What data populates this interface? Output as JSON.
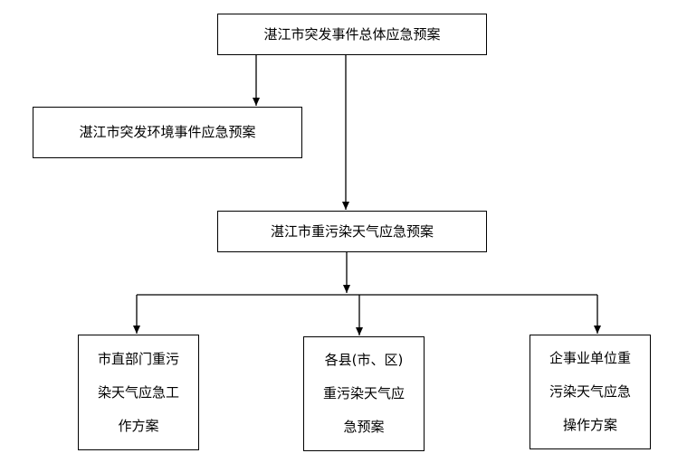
{
  "diagram": {
    "master_plan": "湛江市突发事件总体应急预案",
    "env_plan": "湛江市突发环境事件应急预案",
    "smog_plan": "湛江市重污染天气应急预案",
    "city_dept_plan": [
      "市直部门重污",
      "染天气应急工",
      "作方案"
    ],
    "county_plan": [
      "各县(市、区)",
      "重污染天气应",
      "急预案"
    ],
    "enterprise_plan": [
      "企事业单位重",
      "污染天气应急",
      "操作方案"
    ]
  }
}
